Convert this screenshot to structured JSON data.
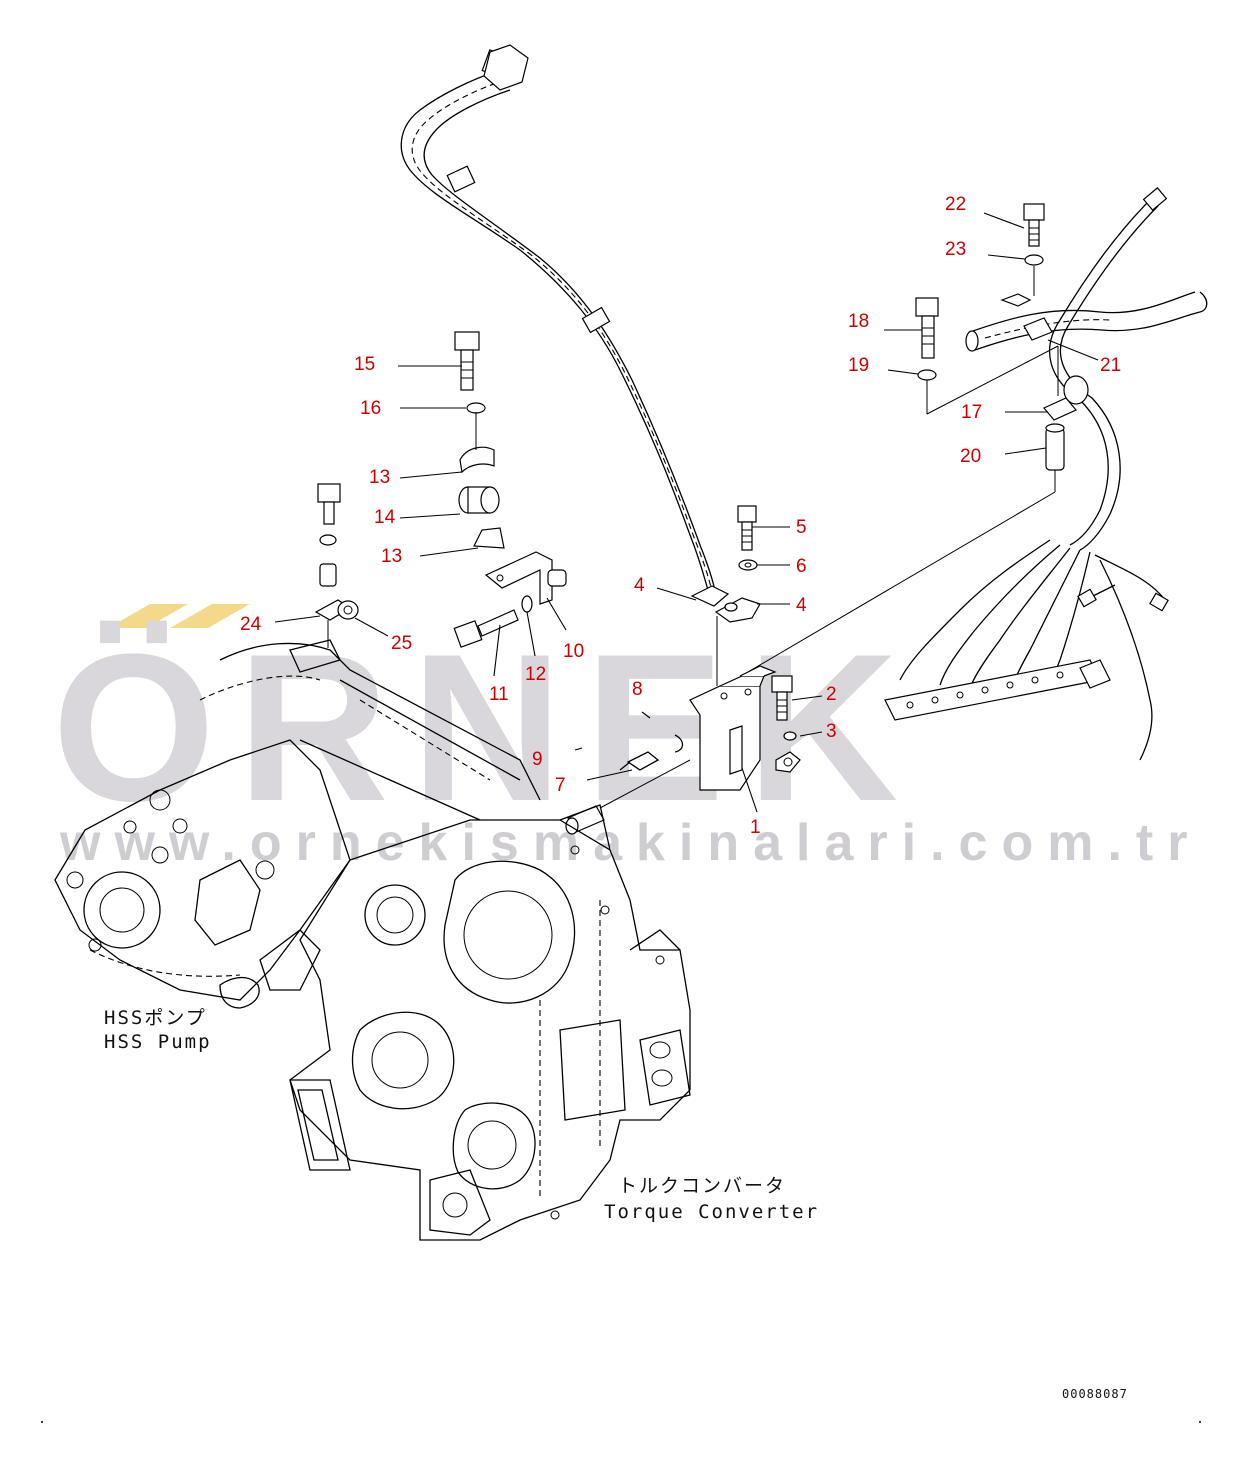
{
  "watermark": {
    "brand": "ÖRNEK",
    "url": "www.ornekismakinalari.com.tr",
    "accent_color": "#f5d98a"
  },
  "labels": {
    "hss_pump_jp": "HSSポンプ",
    "hss_pump_en": "HSS Pump",
    "torque_converter_jp": "トルクコンバータ",
    "torque_converter_en": "Torque Converter"
  },
  "drawing_number": "00088087",
  "callout_color": "#cc0000",
  "callouts": [
    {
      "id": "c1",
      "text": "1"
    },
    {
      "id": "c2",
      "text": "2"
    },
    {
      "id": "c3",
      "text": "3"
    },
    {
      "id": "c4a",
      "text": "4"
    },
    {
      "id": "c4b",
      "text": "4"
    },
    {
      "id": "c5",
      "text": "5"
    },
    {
      "id": "c6",
      "text": "6"
    },
    {
      "id": "c7",
      "text": "7"
    },
    {
      "id": "c8",
      "text": "8"
    },
    {
      "id": "c9",
      "text": "9"
    },
    {
      "id": "c10",
      "text": "10"
    },
    {
      "id": "c11",
      "text": "11"
    },
    {
      "id": "c12",
      "text": "12"
    },
    {
      "id": "c13a",
      "text": "13"
    },
    {
      "id": "c13b",
      "text": "13"
    },
    {
      "id": "c14",
      "text": "14"
    },
    {
      "id": "c15",
      "text": "15"
    },
    {
      "id": "c16",
      "text": "16"
    },
    {
      "id": "c17",
      "text": "17"
    },
    {
      "id": "c18",
      "text": "18"
    },
    {
      "id": "c19",
      "text": "19"
    },
    {
      "id": "c20",
      "text": "20"
    },
    {
      "id": "c21",
      "text": "21"
    },
    {
      "id": "c22",
      "text": "22"
    },
    {
      "id": "c23",
      "text": "23"
    },
    {
      "id": "c24",
      "text": "24"
    },
    {
      "id": "c25",
      "text": "25"
    }
  ]
}
